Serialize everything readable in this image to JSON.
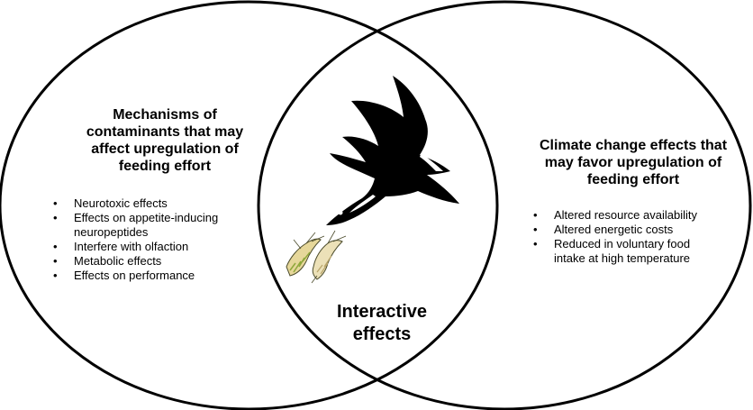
{
  "left_circle": {
    "heading": "Mechanisms of\ncontaminants that may\naffect upregulation of\nfeeding effort",
    "items": [
      "Neurotoxic effects",
      "Effects on appetite-inducing\nneuropeptides",
      "Interfere with olfaction",
      "Metabolic effects",
      "Effects on performance"
    ]
  },
  "right_circle": {
    "heading": "Climate change effects that\nmay favor upregulation of\nfeeding effort",
    "items": [
      "Altered resource availability",
      "Altered energetic costs",
      "Reduced in voluntary food\nintake at high temperature"
    ]
  },
  "intersection": {
    "label": "Interactive\neffects"
  },
  "bullet_symbol": "•",
  "colors": {
    "outline": "#000000",
    "bird": "#000000",
    "prey_fill": "#e6d79a",
    "prey_fill_light": "#ece1b8",
    "prey_line": "#4a4a2a",
    "prey_green": "#8fa83a"
  }
}
